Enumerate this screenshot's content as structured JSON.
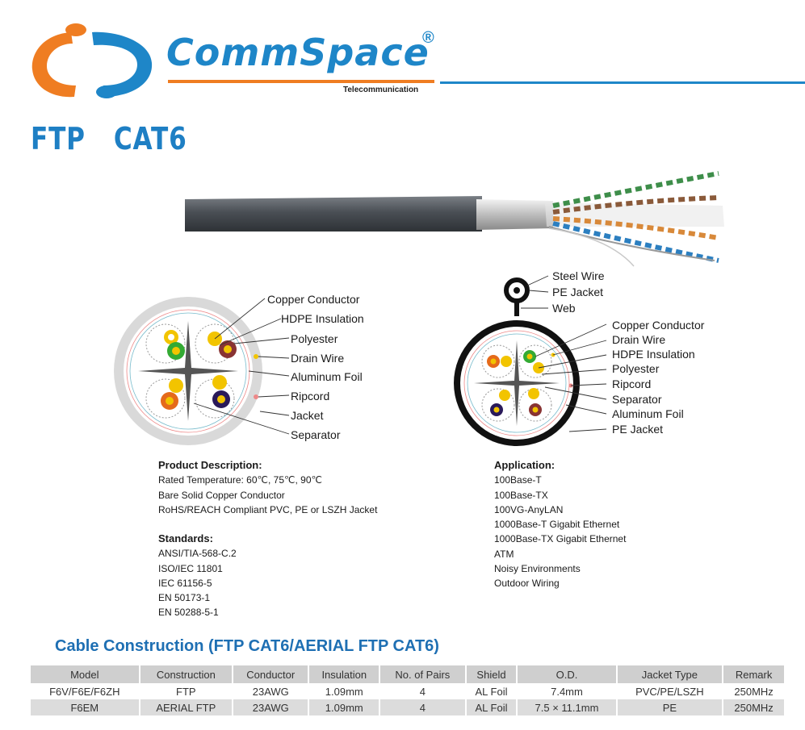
{
  "header": {
    "brand": "CommSpace",
    "registered_mark": "®",
    "tagline": "Telecommunication",
    "colors": {
      "brand_blue": "#1e86c8",
      "brand_orange": "#ef7d22"
    }
  },
  "product_title": "FTP   CAT6",
  "left_diagram": {
    "labels": [
      "Copper Conductor",
      "HDPE Insulation",
      "Polyester",
      "Drain Wire",
      "Aluminum Foil",
      "Ripcord",
      "Jacket",
      "Separator"
    ]
  },
  "right_diagram": {
    "labels": [
      "Steel Wire",
      "PE Jacket",
      "Web",
      "Copper Conductor",
      "Drain Wire",
      "HDPE Insulation",
      "Polyester",
      "Ripcord",
      "Separator",
      "Aluminum Foil",
      "PE Jacket"
    ]
  },
  "product_description": {
    "heading": "Product Description:",
    "lines": [
      "Rated Temperature: 60℃, 75℃, 90℃",
      "Bare Solid Copper Conductor",
      "RoHS/REACH Compliant PVC, PE or LSZH Jacket"
    ]
  },
  "standards": {
    "heading": "Standards:",
    "lines": [
      "ANSI/TIA-568-C.2",
      "ISO/IEC 11801",
      "IEC 61156-5",
      "EN 50173-1",
      "EN 50288-5-1"
    ]
  },
  "application": {
    "heading": "Application:",
    "lines": [
      "100Base-T",
      "100Base-TX",
      "100VG-AnyLAN",
      "1000Base-T Gigabit Ethernet",
      "1000Base-TX Gigabit Ethernet",
      "ATM",
      "Noisy Environments",
      "Outdoor Wiring"
    ]
  },
  "construction": {
    "title": "Cable Construction (FTP CAT6/AERIAL FTP CAT6)",
    "headers": [
      "Model",
      "Construction",
      "Conductor",
      "Insulation",
      "No. of Pairs",
      "Shield",
      "O.D.",
      "Jacket Type",
      "Remark"
    ],
    "rows": [
      [
        "F6V/F6E/F6ZH",
        "FTP",
        "23AWG",
        "1.09mm",
        "4",
        "AL Foil",
        "7.4mm",
        "PVC/PE/LSZH",
        "250MHz"
      ],
      [
        "F6EM",
        "AERIAL FTP",
        "23AWG",
        "1.09mm",
        "4",
        "AL Foil",
        "7.5 × 11.1mm",
        "PE",
        "250MHz"
      ]
    ]
  }
}
